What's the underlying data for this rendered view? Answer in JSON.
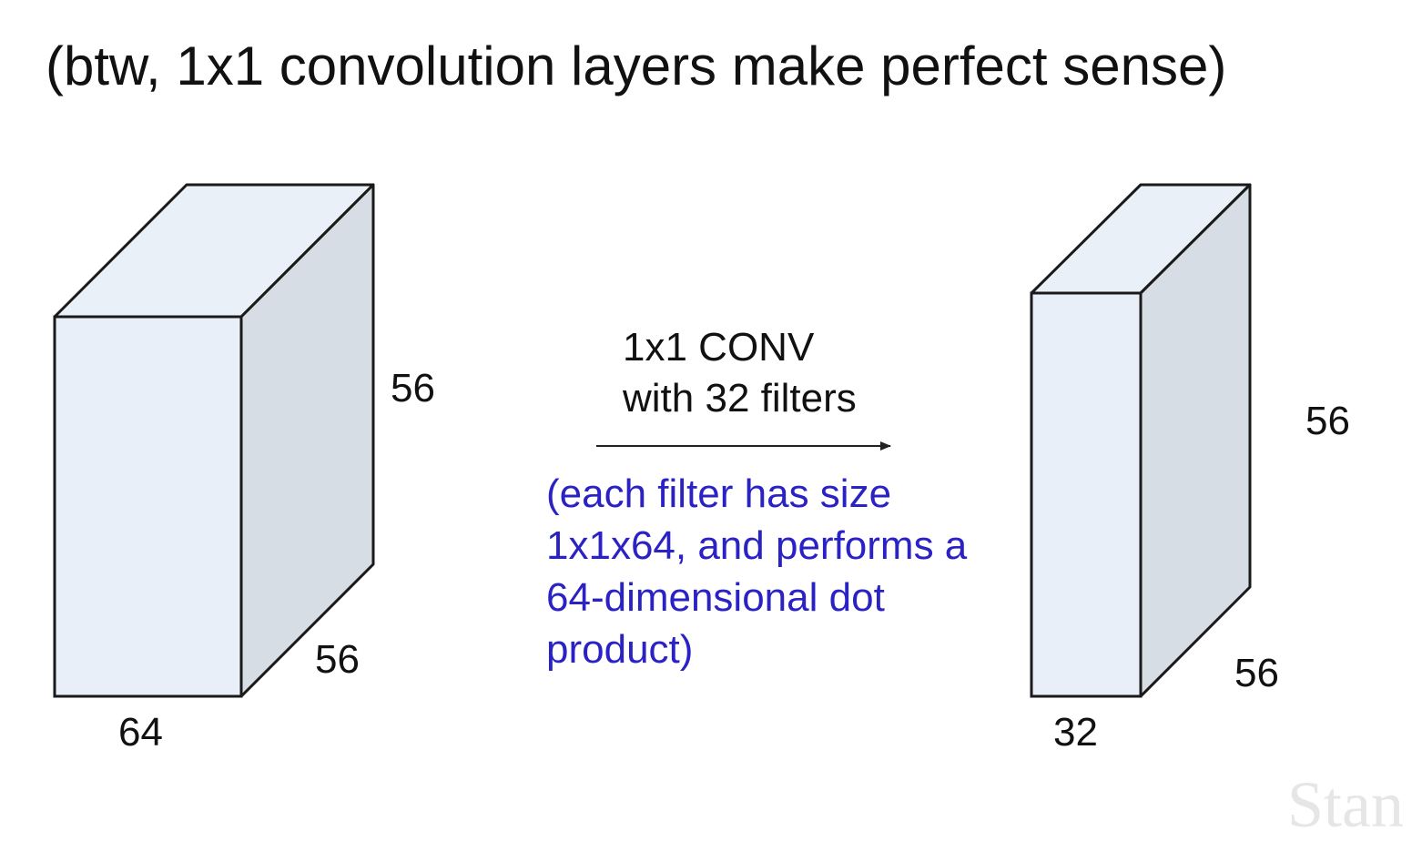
{
  "title": "(btw, 1x1 convolution layers make perfect sense)",
  "input_volume": {
    "height_label": "56",
    "width_label": "56",
    "depth_label": "64"
  },
  "operation": {
    "line1": "1x1 CONV",
    "line2": "with 32 filters"
  },
  "note": {
    "lines": [
      "(each filter has size",
      "1x1x64, and performs a",
      "64-dimensional dot",
      "product)"
    ]
  },
  "output_volume": {
    "height_label": "56",
    "width_label": "56",
    "depth_label": "32"
  },
  "watermark": "Stan",
  "colors": {
    "front_face": "#e8eff8",
    "top_face": "#eaf0f8",
    "side_face": "#d7dde5",
    "edge": "#1a1a1a",
    "note_text": "#2a22c4",
    "arrow": "#222222"
  }
}
